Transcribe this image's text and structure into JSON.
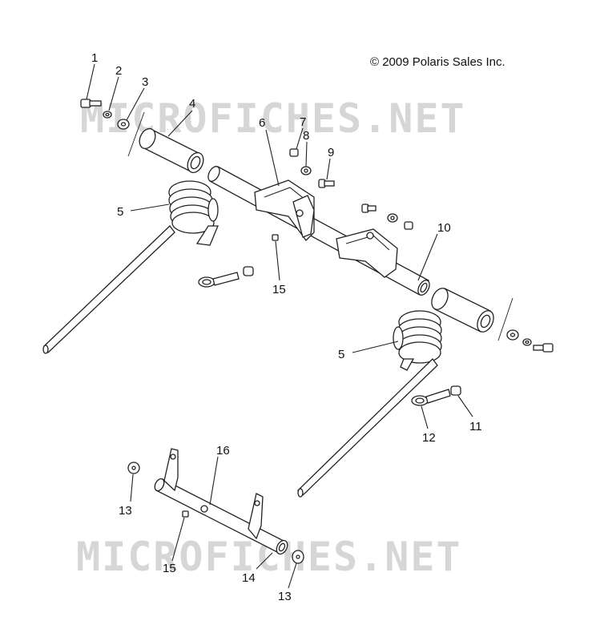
{
  "copyright": "© 2009 Polaris Sales Inc.",
  "watermark": "MICROFICHES.NET",
  "callouts": [
    {
      "id": "c1",
      "label": "1"
    },
    {
      "id": "c2",
      "label": "2"
    },
    {
      "id": "c3",
      "label": "3"
    },
    {
      "id": "c4",
      "label": "4"
    },
    {
      "id": "c5a",
      "label": "5"
    },
    {
      "id": "c5b",
      "label": "5"
    },
    {
      "id": "c6",
      "label": "6"
    },
    {
      "id": "c7",
      "label": "7"
    },
    {
      "id": "c8",
      "label": "8"
    },
    {
      "id": "c9",
      "label": "9"
    },
    {
      "id": "c10",
      "label": "10"
    },
    {
      "id": "c11",
      "label": "11"
    },
    {
      "id": "c12",
      "label": "12"
    },
    {
      "id": "c13a",
      "label": "13"
    },
    {
      "id": "c13b",
      "label": "13"
    },
    {
      "id": "c14",
      "label": "14"
    },
    {
      "id": "c15a",
      "label": "15"
    },
    {
      "id": "c15b",
      "label": "15"
    },
    {
      "id": "c16",
      "label": "16"
    }
  ]
}
